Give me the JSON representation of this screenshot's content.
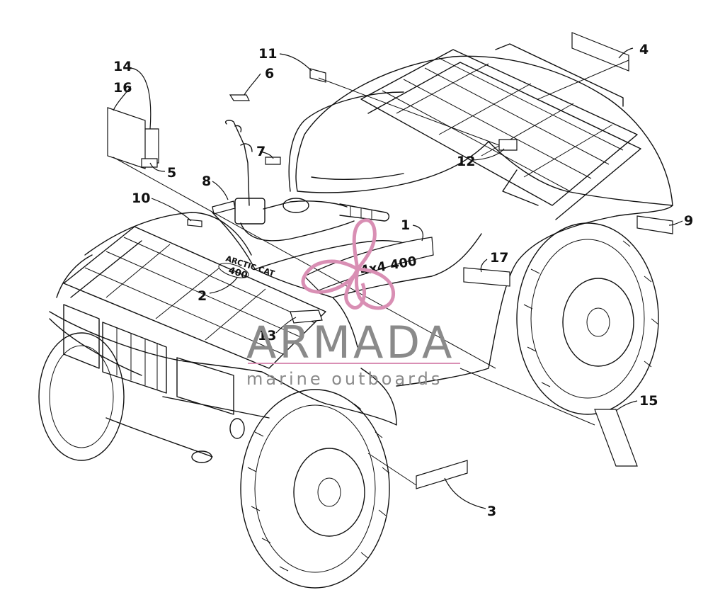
{
  "callouts": [
    {
      "id": "1",
      "label": "1"
    },
    {
      "id": "2",
      "label": "2"
    },
    {
      "id": "3",
      "label": "3"
    },
    {
      "id": "4",
      "label": "4"
    },
    {
      "id": "5",
      "label": "5"
    },
    {
      "id": "6",
      "label": "6"
    },
    {
      "id": "7",
      "label": "7"
    },
    {
      "id": "8",
      "label": "8"
    },
    {
      "id": "9",
      "label": "9"
    },
    {
      "id": "10",
      "label": "10"
    },
    {
      "id": "11",
      "label": "11"
    },
    {
      "id": "12",
      "label": "12"
    },
    {
      "id": "13",
      "label": "13"
    },
    {
      "id": "14",
      "label": "14"
    },
    {
      "id": "15",
      "label": "15"
    },
    {
      "id": "16",
      "label": "16"
    },
    {
      "id": "17",
      "label": "17"
    }
  ],
  "vehicle_decals": {
    "hood_brand": "ARCTIC CAT",
    "hood_model": "400",
    "side_model": "4x4 400"
  },
  "watermark": {
    "title": "ARMADA",
    "subtitle": "marine outboards",
    "logo_color": "#d98fb4",
    "text_color": "#8a8a8a"
  }
}
